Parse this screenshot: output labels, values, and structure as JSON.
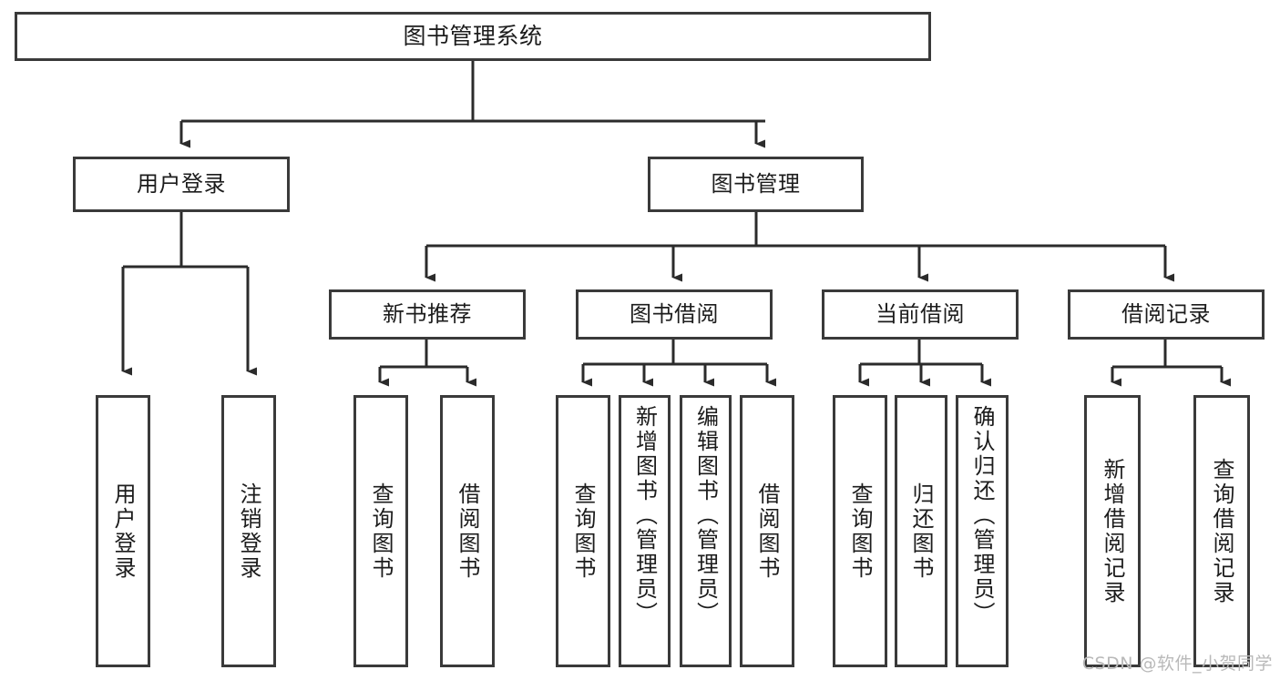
{
  "diagram": {
    "type": "tree",
    "title": "图书管理系统",
    "orientation": "top-down",
    "colors": {
      "box_border": "#3a3a3a",
      "box_fill": "#ffffff",
      "edge": "#2b2b2b",
      "text": "#1c1c1c",
      "watermark": "#b9b9b9",
      "canvas": "#ffffff"
    }
  },
  "root": {
    "label": "图书管理系统"
  },
  "level2": [
    {
      "label": "用户登录"
    },
    {
      "label": "图书管理"
    }
  ],
  "level3": [
    {
      "label": "新书推荐"
    },
    {
      "label": "图书借阅"
    },
    {
      "label": "当前借阅"
    },
    {
      "label": "借阅记录"
    }
  ],
  "leaves": {
    "user_login": [
      {
        "label": "用户登录"
      },
      {
        "label": "注销登录"
      }
    ],
    "new_book_recommend": [
      {
        "label": "查询图书"
      },
      {
        "label": "借阅图书"
      }
    ],
    "book_borrow": [
      {
        "label": "查询图书"
      },
      {
        "label": "新增图书（管理员）"
      },
      {
        "label": "编辑图书（管理员）"
      },
      {
        "label": "借阅图书"
      }
    ],
    "current_borrow": [
      {
        "label": "查询图书"
      },
      {
        "label": "归还图书"
      },
      {
        "label": "确认归还（管理员）"
      }
    ],
    "borrow_record": [
      {
        "label": "新增借阅记录"
      },
      {
        "label": "查询借阅记录"
      }
    ]
  },
  "watermark": {
    "text": "CSDN @软件_小贺同学"
  }
}
